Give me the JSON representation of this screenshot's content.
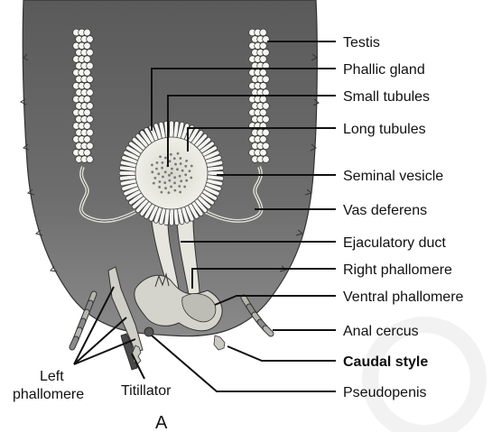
{
  "figure": {
    "panel_letter": "A",
    "labels": {
      "testis": "Testis",
      "phallic_gland": "Phallic gland",
      "small_tubules": "Small tubules",
      "long_tubules": "Long tubules",
      "seminal_vesicle": "Seminal vesicle",
      "vas_deferens": "Vas deferens",
      "ejaculatory_duct": "Ejaculatory duct",
      "right_phallomere": "Right phallomere",
      "ventral_phallomere": "Ventral phallomere",
      "anal_cercus": "Anal cercus",
      "caudal_style": "Caudal style",
      "pseudopenis": "Pseudopenis",
      "left_phallomere_line1": "Left",
      "left_phallomere_line2": "phallomere",
      "titillator": "Titillator"
    }
  }
}
